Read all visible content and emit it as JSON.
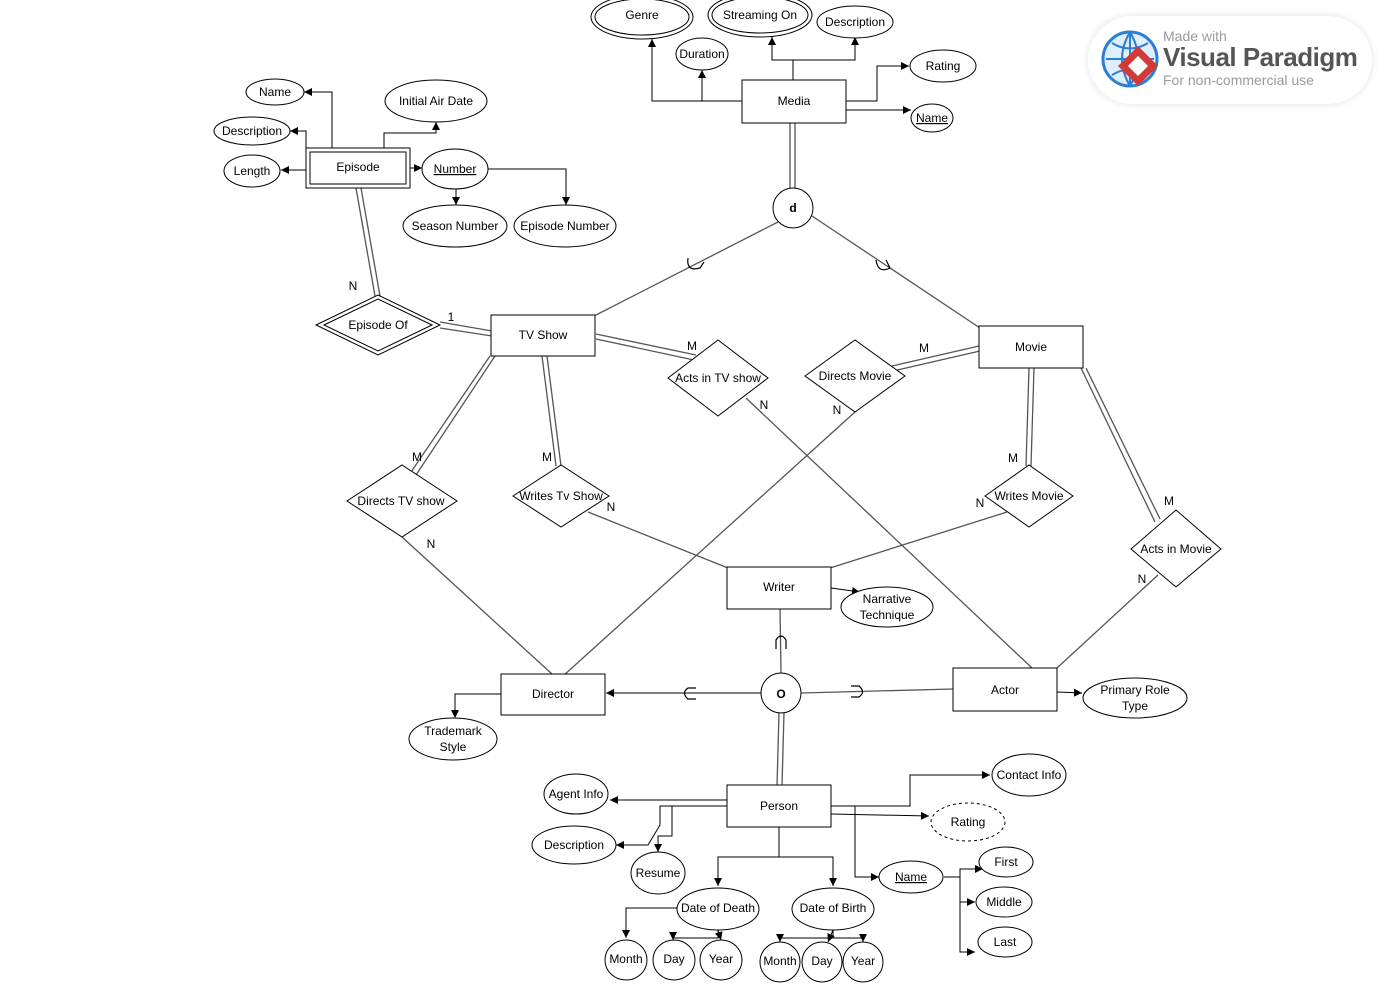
{
  "watermark": {
    "made_with": "Made with",
    "brand": "Visual Paradigm",
    "sub": "For non-commercial use"
  },
  "entities": {
    "media": "Media",
    "episode": "Episode",
    "tv_show": "TV Show",
    "movie": "Movie",
    "writer": "Writer",
    "director": "Director",
    "actor": "Actor",
    "person": "Person"
  },
  "relationships": {
    "episode_of": "Episode Of",
    "acts_in_tv_show": "Acts in TV show",
    "directs_movie": "Directs Movie",
    "directs_tv_show": "Directs TV show",
    "writes_tv_show": "Writes Tv Show",
    "writes_movie": "Writes Movie",
    "acts_in_movie": "Acts in Movie"
  },
  "specializations": {
    "media_disjoint": "d",
    "person_overlap": "O"
  },
  "attributes": {
    "genre": "Genre",
    "streaming_on": "Streaming On",
    "description_media": "Description",
    "duration": "Duration",
    "rating_media": "Rating",
    "name_media": "Name",
    "ep_name": "Name",
    "ep_description": "Description",
    "ep_length": "Length",
    "initial_air_date": "Initial Air Date",
    "number": "Number",
    "season_number": "Season Number",
    "episode_number": "Episode Number",
    "narrative_technique": [
      "Narrative",
      "Technique"
    ],
    "trademark_style": [
      "Trademark",
      "Style"
    ],
    "primary_role_type": [
      "Primary Role",
      "Type"
    ],
    "agent_info": "Agent Info",
    "person_description": "Description",
    "resume": "Resume",
    "contact_info": "Contact Info",
    "rating_person": "Rating",
    "person_name": "Name",
    "first": "First",
    "middle": "Middle",
    "last": "Last",
    "date_of_death": "Date of Death",
    "date_of_birth": "Date of Birth",
    "dod_month": "Month",
    "dod_day": "Day",
    "dod_year": "Year",
    "dob_month": "Month",
    "dob_day": "Day",
    "dob_year": "Year"
  },
  "cardinalities": {
    "ep_of_n": "N",
    "ep_of_1": "1",
    "acts_tv_m": "M",
    "acts_tv_n": "N",
    "dir_movie_m": "M",
    "dir_movie_n": "N",
    "dir_tv_m": "M",
    "dir_tv_n": "N",
    "wr_tv_m": "M",
    "wr_tv_n": "N",
    "wr_movie_m": "M",
    "wr_movie_n": "N",
    "acts_movie_m": "M",
    "acts_movie_n": "N"
  },
  "colors": {
    "stroke": "#000000",
    "line": "#555555",
    "background": "#ffffff",
    "logo_red": "#d23a3a",
    "logo_blue": "#2a7fd4"
  }
}
